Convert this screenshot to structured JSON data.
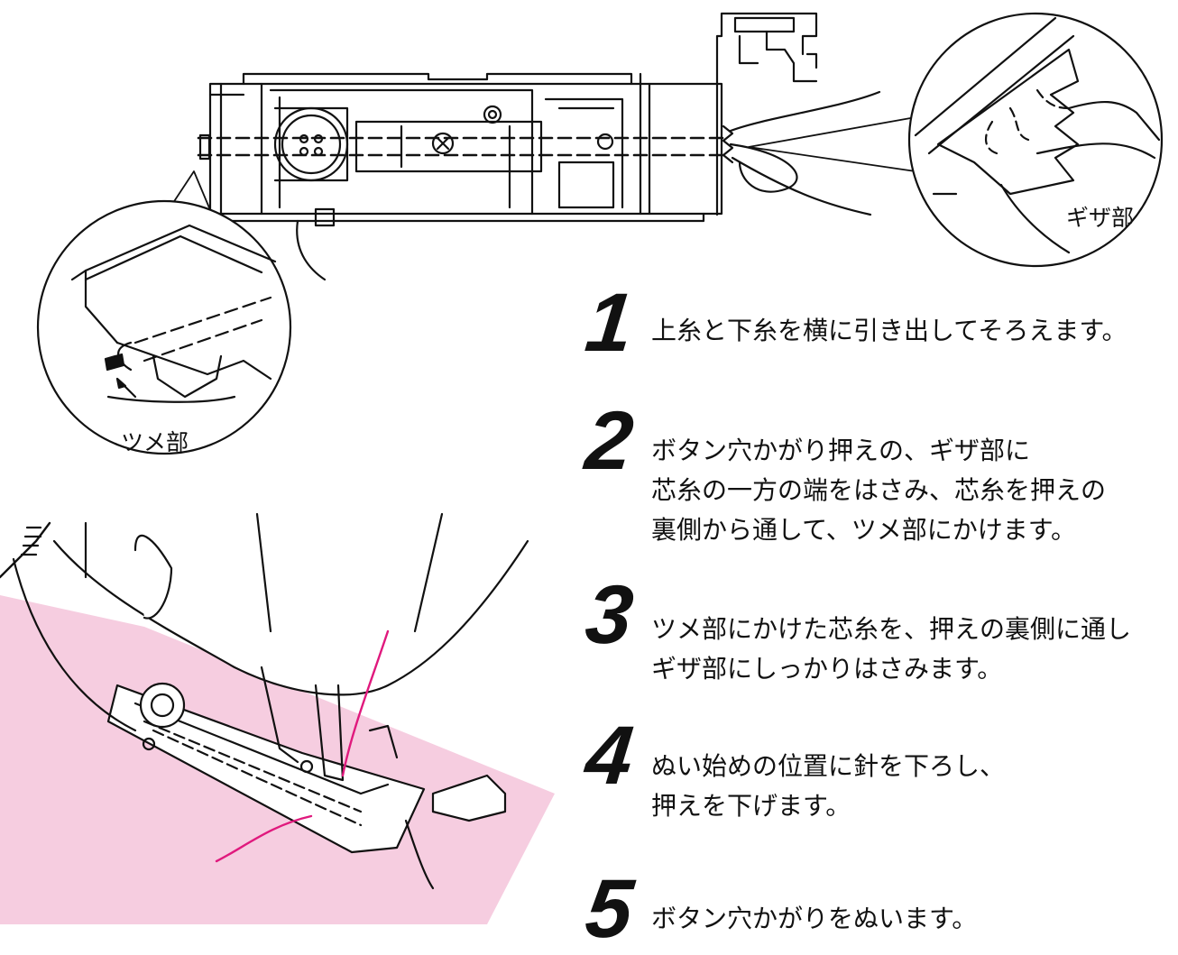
{
  "callouts": {
    "giza": "ギザ部",
    "tsume": "ツメ部"
  },
  "steps": [
    {
      "number": "1",
      "lines": [
        "上糸と下糸を横に引き出してそろえます。"
      ]
    },
    {
      "number": "2",
      "lines": [
        "ボタン穴かがり押えの、ギザ部に",
        "芯糸の一方の端をはさみ、芯糸を押えの",
        "裏側から通して、ツメ部にかけます。"
      ]
    },
    {
      "number": "3",
      "lines": [
        "ツメ部にかけた芯糸を、押えの裏側に通し",
        "ギザ部にしっかりはさみます。"
      ]
    },
    {
      "number": "4",
      "lines": [
        "ぬい始めの位置に針を下ろし、",
        "押えを下げます。"
      ]
    },
    {
      "number": "5",
      "lines": [
        "ボタン穴かがりをぬいます。"
      ]
    }
  ],
  "colors": {
    "fabric": "#f6cde0",
    "thread_accent": "#e0197d",
    "line": "#111111"
  }
}
